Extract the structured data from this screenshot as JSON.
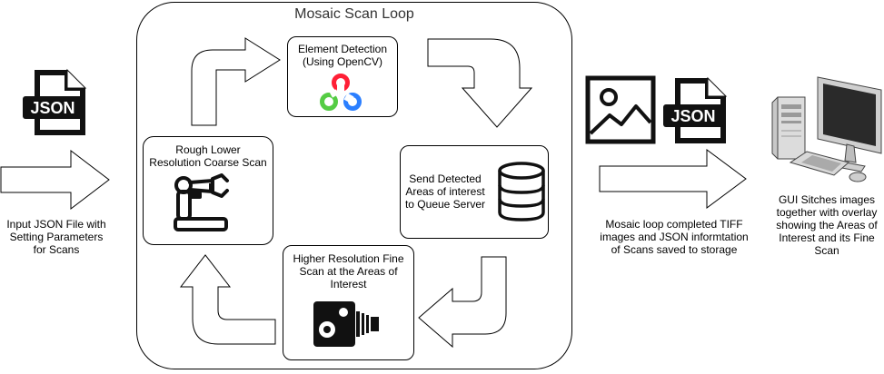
{
  "loop": {
    "title": "Mosaic Scan Loop"
  },
  "input": {
    "label": "Input JSON File with Setting Parameters for Scans",
    "file_icon_text": "JSON"
  },
  "nodes": {
    "element_detection": {
      "label_line1": "Element Detection",
      "label_line2": "(Using OpenCV)"
    },
    "send_detected": {
      "label_line1": "Send Detected",
      "label_line2": "Areas of interest",
      "label_line3": "to Queue Server"
    },
    "fine_scan": {
      "label_line1": "Higher Resolution Fine",
      "label_line2": "Scan at the Areas of",
      "label_line3": "Interest"
    },
    "coarse_scan": {
      "label_line1": "Rough Lower",
      "label_line2": "Resolution Coarse Scan"
    }
  },
  "output": {
    "label": "Mosaic loop completed TIFF images and JSON informtation of  Scans saved to storage",
    "file_icon_text": "JSON"
  },
  "gui": {
    "label": "GUI Sitches images together with overlay showing the Areas of Interest and its Fine Scan"
  },
  "colors": {
    "stroke": "#000000",
    "fill": "#ffffff",
    "opencv_red": "#ff1f36",
    "opencv_green": "#55cc44",
    "opencv_blue": "#2b7fff"
  }
}
